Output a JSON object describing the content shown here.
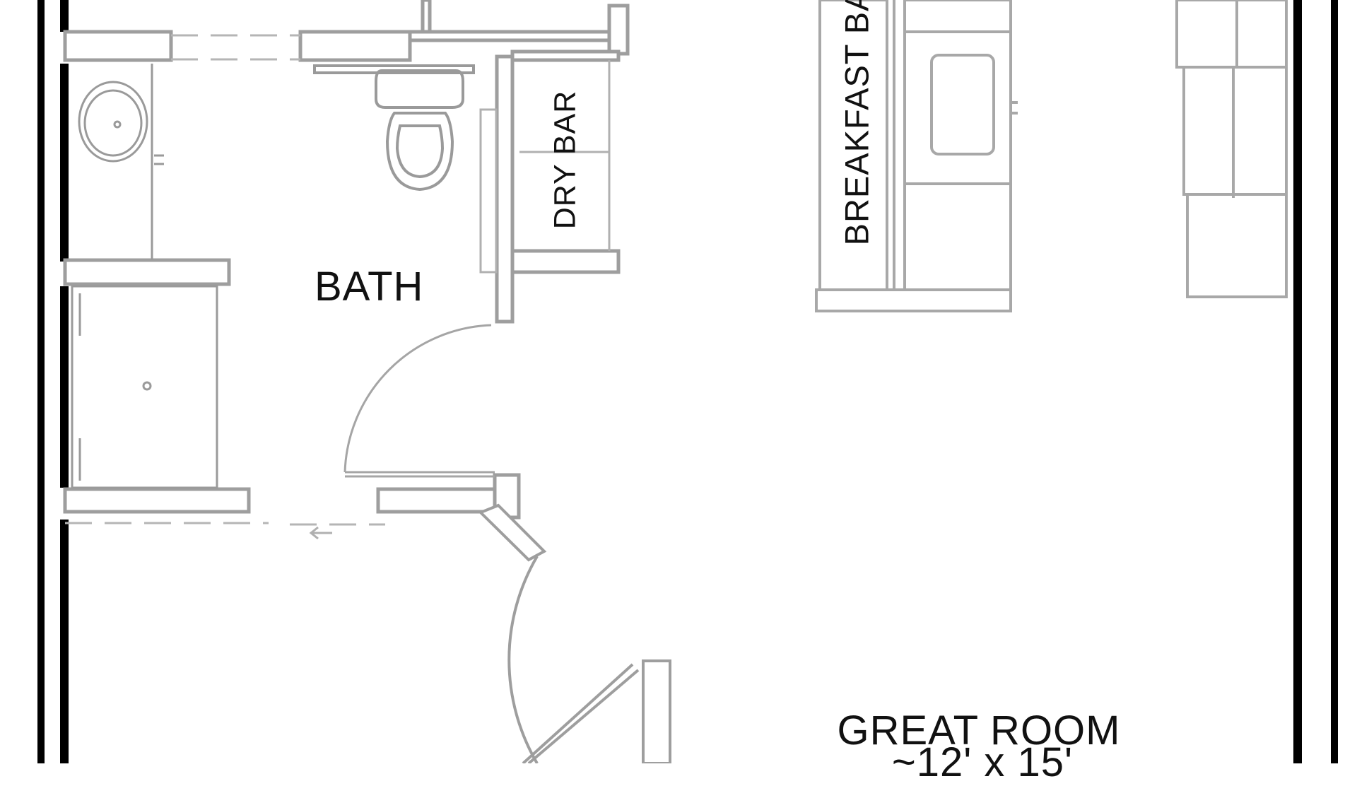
{
  "labels": {
    "bath": "BATH",
    "dry_bar": "DRY BAR",
    "breakfast_bar": "BREAKFAST BAR",
    "great_room": "GREAT ROOM",
    "great_room_size": "~12' x 15'"
  },
  "colors": {
    "exterior_wall": "#000000",
    "interior_wall": "#b9b9b9",
    "fixture_line": "#9a9a9a",
    "text": "#111111",
    "background": "#ffffff"
  }
}
